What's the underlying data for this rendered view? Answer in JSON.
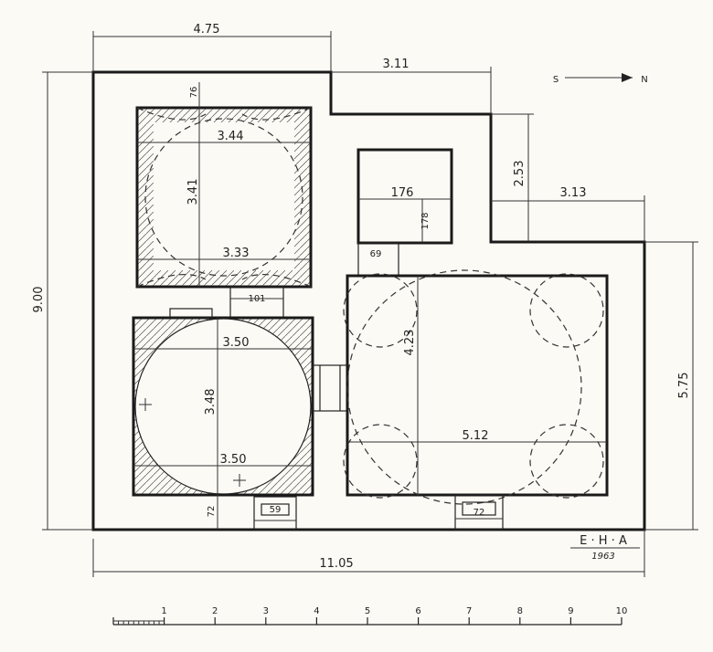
{
  "dimensions": {
    "top_left_width": "4.75",
    "top_right_width": "3.11",
    "right_step_height": "2.53",
    "right_step_width": "3.13",
    "total_height": "9.00",
    "right_height": "5.75",
    "total_width": "11.05"
  },
  "rooms": {
    "nw_dome_width_top": "3.44",
    "nw_dome_height": "3.41",
    "nw_dome_width_bottom": "3.33",
    "nw_wall": "76",
    "sw_dome_width_top": "3.50",
    "sw_dome_height": "3.48",
    "sw_dome_width_bottom": "3.50",
    "sw_wall": "72",
    "sw_door": "59",
    "passage": "101",
    "east_hall_height": "4.23",
    "east_hall_width": "5.12",
    "east_door": "72",
    "annex_width": "176",
    "annex_depth": "178",
    "annex_opening": "69"
  },
  "signature": {
    "initials": "E · H · A",
    "year": "1963"
  },
  "north_arrow": {
    "left_letter": "S",
    "right_letter": "N"
  },
  "scale_bar": {
    "labels": [
      "1",
      "2",
      "3",
      "4",
      "5",
      "6",
      "7",
      "8",
      "9",
      "10"
    ]
  }
}
